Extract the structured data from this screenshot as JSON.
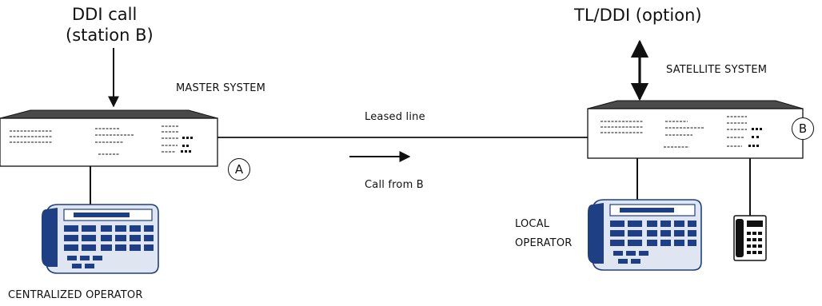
{
  "labels": {
    "ddi_call_line1": "DDI call",
    "ddi_call_line2": "(station B)",
    "tl_ddi": "TL/DDI (option)",
    "master_system": "MASTER SYSTEM",
    "satellite_system": "SATELLITE SYSTEM",
    "leased_line": "Leased line",
    "call_from_b": "Call from B",
    "local_operator_line1": "LOCAL",
    "local_operator_line2": "OPERATOR",
    "centralized_operator": "CENTRALIZED OPERATOR",
    "marker_a": "A",
    "marker_b": "B"
  },
  "colors": {
    "ink": "#111111",
    "phone_blue": "#1f3f84",
    "phone_light": "#dfe6f2",
    "cabinet_top": "#4a4a4a"
  },
  "icons": [
    "pbx-cabinet",
    "desk-phone",
    "small-phone",
    "arrow"
  ]
}
